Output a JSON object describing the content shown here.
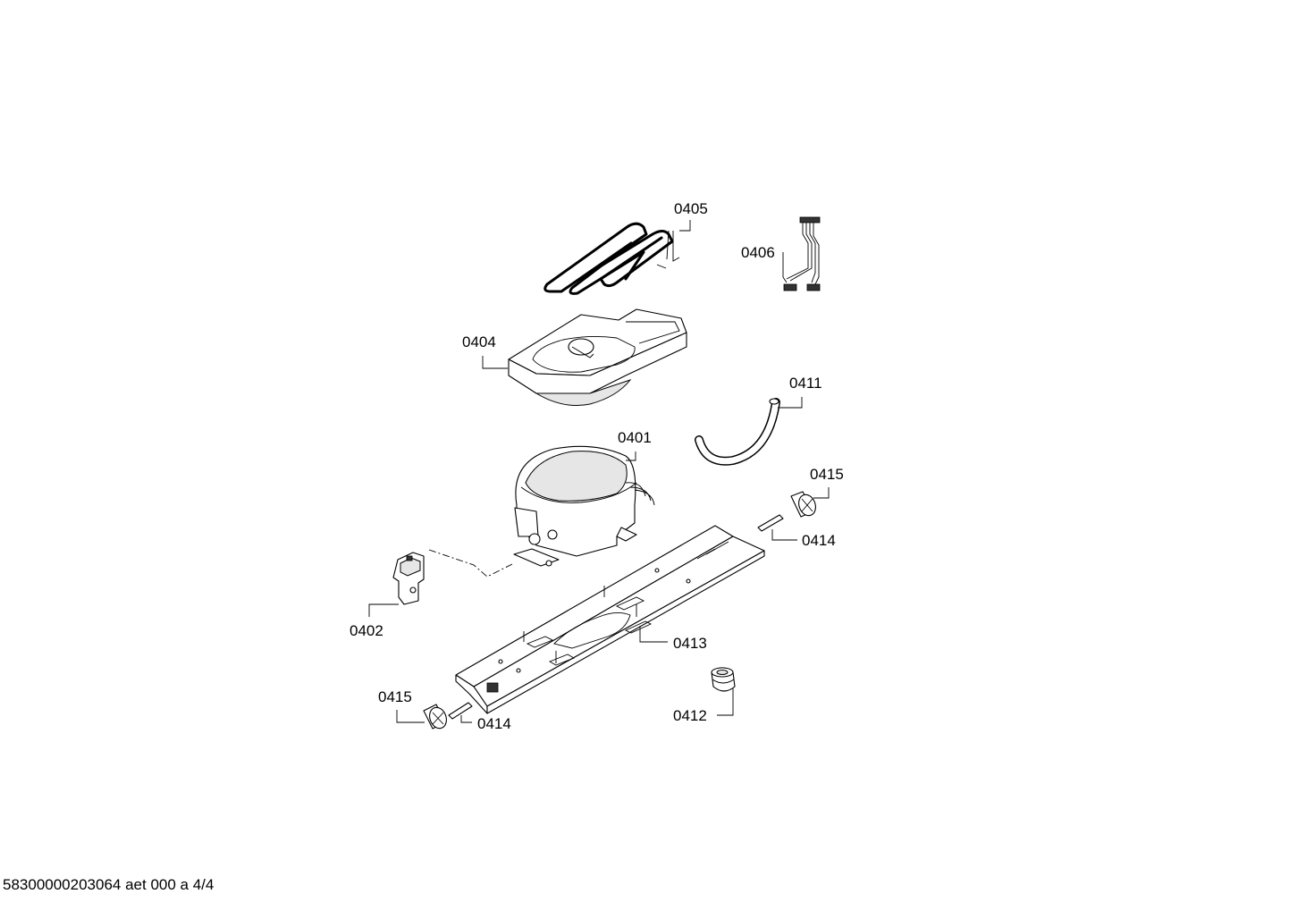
{
  "labels": {
    "p0405": "0405",
    "p0406": "0406",
    "p0404": "0404",
    "p0411": "0411",
    "p0401": "0401",
    "p0415a": "0415",
    "p0414a": "0414",
    "p0402": "0402",
    "p0413": "0413",
    "p0415b": "0415",
    "p0414b": "0414",
    "p0412": "0412"
  },
  "footer": "58300000203064 aet 000 a 4/4"
}
